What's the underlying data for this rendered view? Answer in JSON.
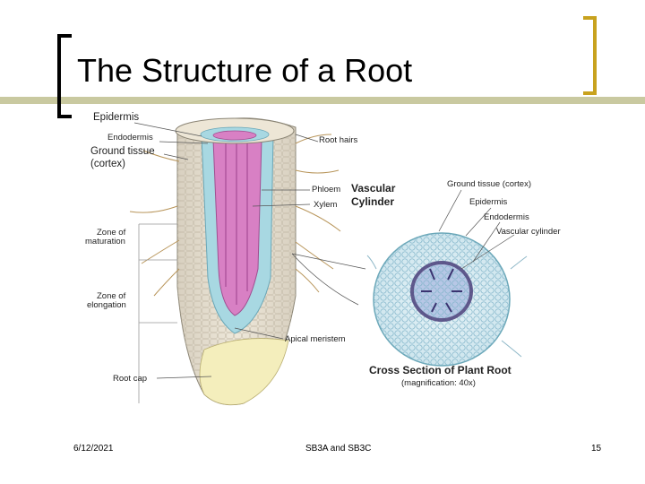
{
  "slide": {
    "title": "The Structure of a Root",
    "accent_color": "#c8a21e",
    "bar_color": "#c9c9a0"
  },
  "root_labels": {
    "epidermis": "Epidermis",
    "endodermis": "Endodermis",
    "ground_tissue_line1": "Ground tissue",
    "ground_tissue_line2": "(cortex)",
    "root_hairs": "Root hairs",
    "phloem": "Phloem",
    "xylem": "Xylem",
    "vascular_line1": "Vascular",
    "vascular_line2": "Cylinder",
    "zone_maturation_line1": "Zone of",
    "zone_maturation_line2": "maturation",
    "zone_elongation_line1": "Zone of",
    "zone_elongation_line2": "elongation",
    "apical_meristem": "Apical meristem",
    "root_cap": "Root cap"
  },
  "cross_section": {
    "ground_tissue": "Ground tissue (cortex)",
    "epidermis": "Epidermis",
    "endodermis": "Endodermis",
    "vascular_cylinder": "Vascular cylinder",
    "title": "Cross Section of Plant Root",
    "magnification": "(magnification: 40x)"
  },
  "footer": {
    "date": "6/12/2021",
    "course": "SB3A and SB3C",
    "page": "15"
  }
}
